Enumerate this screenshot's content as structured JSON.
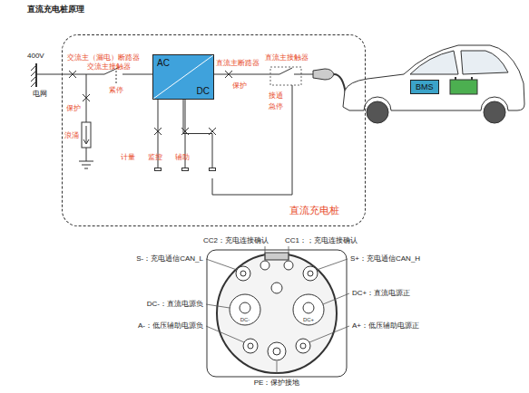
{
  "diagram": {
    "title": "直流充电桩原理",
    "nodes": [
      {
        "text": [
          "直流充电桩"
        ]
      },
      {
        "text": [
          "AC",
          "DC"
        ],
        "in": 0
      },
      {
        "text": [
          "计量"
        ],
        "in": 0
      },
      {
        "text": [
          "监控"
        ],
        "in": 0
      },
      {
        "text": [
          "辅助"
        ],
        "in": 0
      },
      {
        "text": [
          "BMS"
        ]
      }
    ],
    "edges": [
      {
        "from": 1,
        "to": 2,
        "arrow": "none"
      },
      {
        "from": 1,
        "to": 3,
        "arrow": "none"
      },
      {
        "from": 1,
        "to": 4,
        "arrow": "none"
      }
    ],
    "labels": [
      "400V",
      "电网",
      "交流主（漏电）断路器",
      "交流主接触器",
      "保护",
      "浪涌",
      "紧停",
      "直流主断路器",
      "保护",
      "直流主接触器",
      "接通",
      "急停",
      "CC2：充电连接确认",
      "CC1：；充电连接确认",
      "S-：充电通信CAN_L",
      "S+：充电通信CAN_H",
      "DC-：直流电源负",
      "DC+：直流电源正",
      "A-：低压辅助电源负",
      "A+：低压辅助电源正",
      "PE：保护接地",
      "DC-",
      "DC+"
    ]
  }
}
